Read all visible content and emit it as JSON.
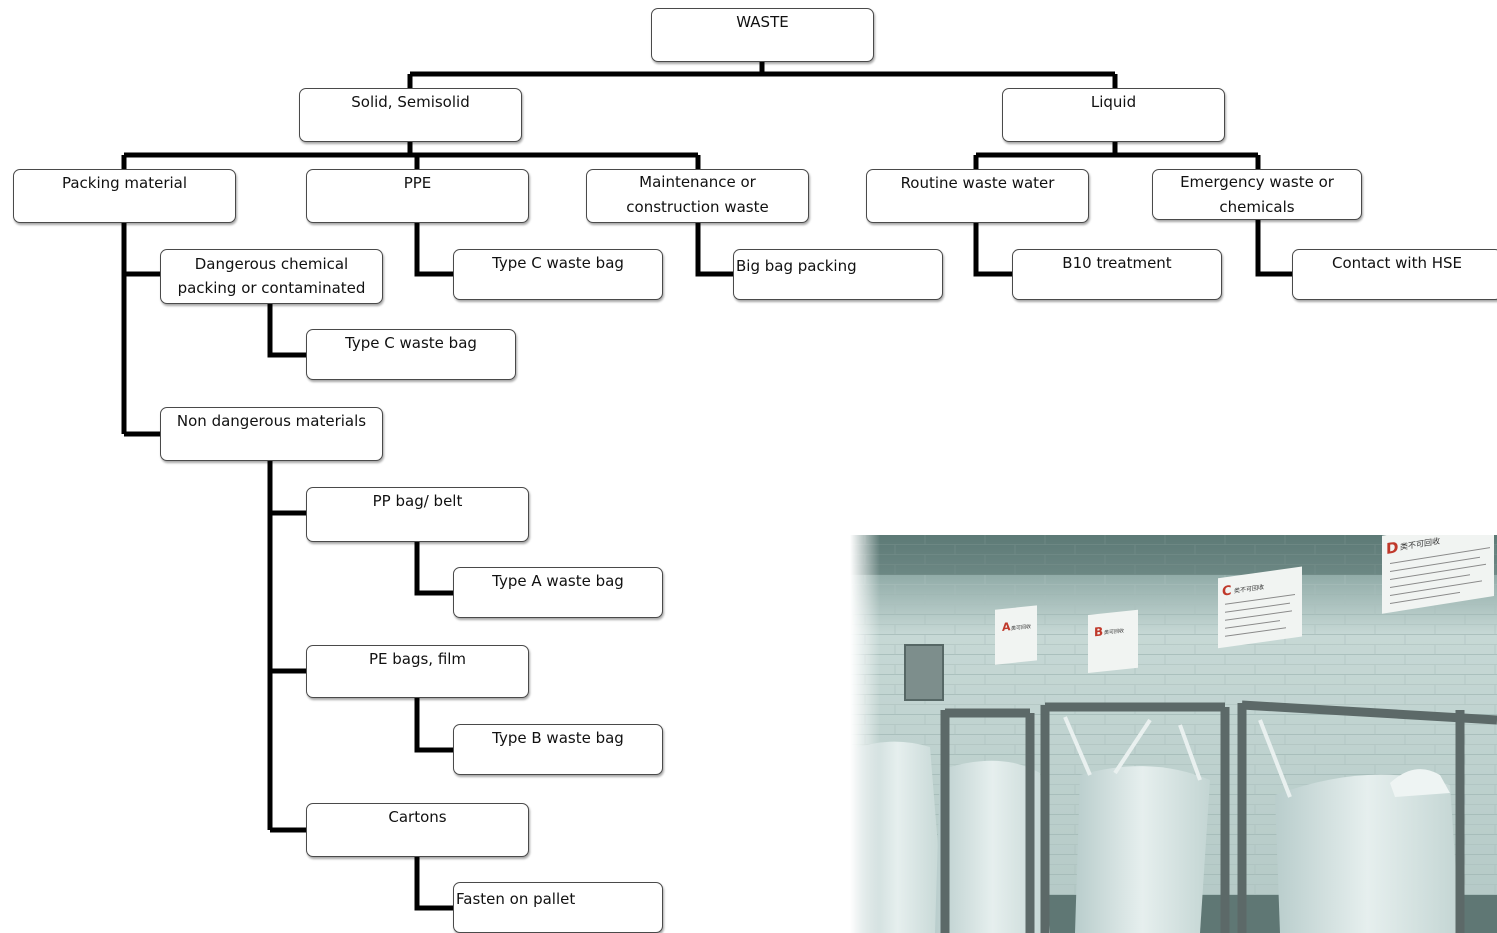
{
  "diagram": {
    "root": "WASTE",
    "solid": "Solid, Semisolid",
    "liquid": "Liquid",
    "packing": "Packing material",
    "ppe": "PPE",
    "maintenance": [
      "Maintenance or",
      "construction waste"
    ],
    "routine_water": "Routine waste water",
    "emergency": [
      "Emergency waste or",
      "chemicals"
    ],
    "dangerous_chem": [
      "Dangerous chemical",
      "packing or contaminated"
    ],
    "ppe_bag": "Type C waste bag",
    "big_bag": "Big bag packing",
    "b10": "B10 treatment",
    "hse": "Contact with HSE",
    "dangerous_bag": "Type C waste bag",
    "non_dangerous": "Non dangerous materials",
    "pp_bag": "PP bag/ belt",
    "type_a": "Type A waste bag",
    "pe_bags": "PE bags, film",
    "type_b": "Type B waste bag",
    "cartons": "Cartons",
    "pallet": "Fasten on pallet"
  },
  "photo": {
    "signs": [
      {
        "letter": "A",
        "title": "类可回收"
      },
      {
        "letter": "B",
        "title": "类可回收"
      },
      {
        "letter": "C",
        "title": "类不可回收"
      },
      {
        "letter": "D",
        "title": "类不可回收"
      }
    ]
  }
}
